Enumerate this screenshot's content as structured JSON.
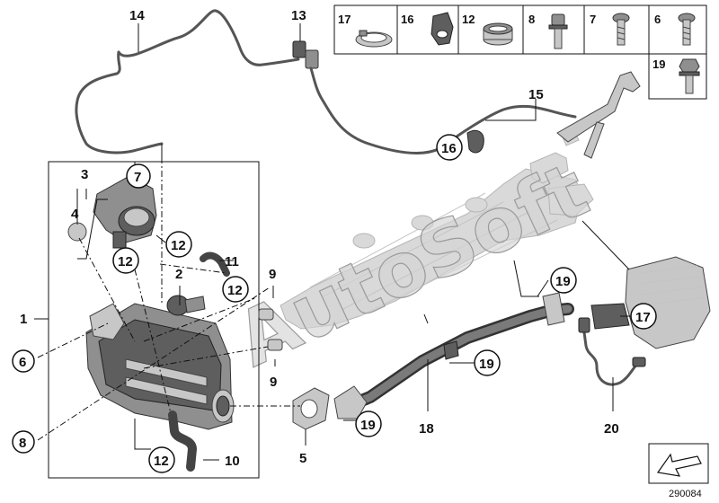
{
  "watermark": "AutoSoft",
  "catalog_number": "290084",
  "callouts": {
    "c1": "1",
    "c2": "2",
    "c3": "3",
    "c4": "4",
    "c5": "5",
    "c6": "6",
    "c7": "7",
    "c8": "8",
    "c9a": "9",
    "c9b": "9",
    "c10": "10",
    "c11": "11",
    "c12a": "12",
    "c12b": "12",
    "c12c": "12",
    "c12d": "12",
    "c13": "13",
    "c14": "14",
    "c15": "15",
    "c16": "16",
    "c17": "17",
    "c18": "18",
    "c19a": "19",
    "c19b": "19",
    "c19c": "19",
    "c20": "20"
  },
  "legend": [
    "17",
    "16",
    "12",
    "8",
    "7",
    "6",
    "19"
  ],
  "icons": [
    "clamp-icon",
    "hose-clamp-icon",
    "band-clamp-icon",
    "collar-bolt-icon",
    "hex-screw-icon",
    "flange-screw-icon",
    "stud-bolt-icon",
    "arrow-direction-icon"
  ]
}
